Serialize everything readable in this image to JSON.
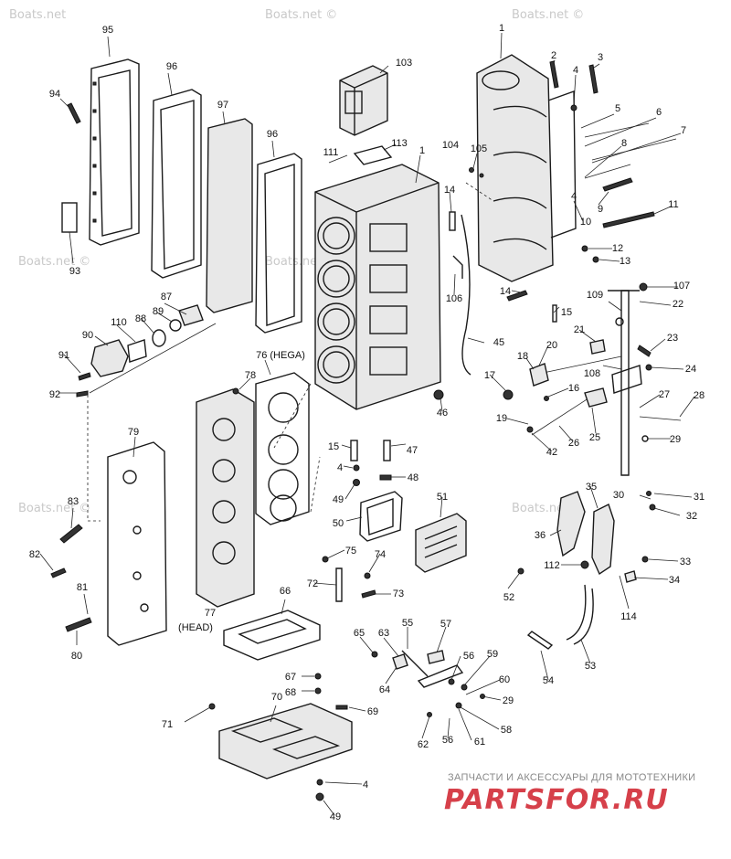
{
  "diagram": {
    "watermarks": [
      "Boats.net",
      "Boats.net ©",
      "Boats.net ©",
      "Boats.net ©",
      "Boats.net ©",
      "Boats.net ©",
      "Boats.net ©"
    ],
    "labels": [
      "1",
      "1",
      "2",
      "3",
      "4",
      "5",
      "6",
      "7",
      "8",
      "9",
      "10",
      "11",
      "12",
      "13",
      "14",
      "14",
      "15",
      "15",
      "16",
      "17",
      "18",
      "19",
      "20",
      "21",
      "22",
      "23",
      "24",
      "25",
      "26",
      "27",
      "28",
      "29",
      "29",
      "30",
      "31",
      "32",
      "33",
      "34",
      "35",
      "36",
      "42",
      "45",
      "46",
      "47",
      "48",
      "49",
      "49",
      "50",
      "51",
      "52",
      "53",
      "54",
      "55",
      "56",
      "56",
      "57",
      "58",
      "59",
      "60",
      "61",
      "62",
      "63",
      "64",
      "65",
      "66",
      "67",
      "68",
      "69",
      "70",
      "71",
      "72",
      "73",
      "74",
      "75",
      "76 (HEGA)",
      "77",
      "(HEAD)",
      "78",
      "79",
      "80",
      "81",
      "82",
      "83",
      "87",
      "88",
      "89",
      "90",
      "91",
      "92",
      "93",
      "94",
      "95",
      "96",
      "96",
      "97",
      "103",
      "104",
      "105",
      "106",
      "107",
      "108",
      "109",
      "110",
      "111",
      "112",
      "113",
      "114",
      "4",
      "4",
      "4"
    ]
  },
  "branding": {
    "caption": "ЗАПЧАСТИ И АКСЕССУАРЫ ДЛЯ МОТОТЕХНИКИ",
    "logo_text": "PARTSFOR.RU",
    "logo_color": "#d6404a"
  }
}
